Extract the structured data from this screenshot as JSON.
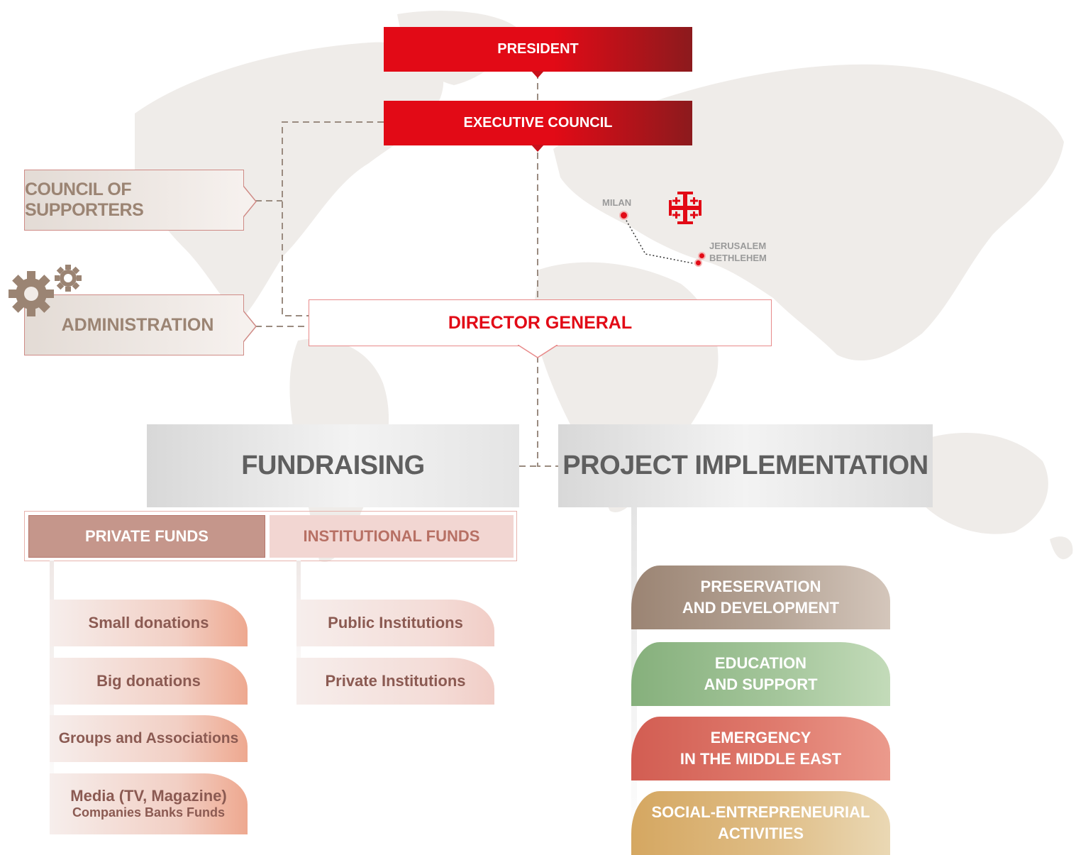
{
  "colors": {
    "red": "#e20a16",
    "dark_red": "#8c1a1d",
    "tan": "#9b8473",
    "green": "#86b07c",
    "coral": "#d96a5e",
    "gold": "#d8ad68",
    "map": "#efece9"
  },
  "icons": [
    "gears-icon",
    "jerusalem-cross-icon",
    "location-pin-icon"
  ],
  "top": {
    "president": "PRESIDENT",
    "executive_council": "EXECUTIVE COUNCIL",
    "director_general": "DIRECTOR GENERAL"
  },
  "side": {
    "council_of_supporters": "COUNCIL OF SUPPORTERS",
    "administration": "ADMINISTRATION"
  },
  "map_labels": {
    "milan": "MILAN",
    "jerusalem": "JERUSALEM",
    "bethlehem": "BETHLEHEM"
  },
  "fundraising": {
    "title": "FUNDRAISING",
    "private_funds": "PRIVATE FUNDS",
    "institutional_funds": "INSTITUTIONAL FUNDS",
    "private_items": [
      {
        "line1": "Small donations",
        "line2": ""
      },
      {
        "line1": "Big donations",
        "line2": ""
      },
      {
        "line1": "Groups and Associations",
        "line2": ""
      },
      {
        "line1": "Media (TV, Magazine)",
        "line2": "Companies Banks Funds"
      }
    ],
    "institutional_items": [
      "Public Institutions",
      "Private Institutions"
    ]
  },
  "projects": {
    "title": "PROJECT IMPLEMENTATION",
    "items": [
      {
        "line1": "PRESERVATION",
        "line2": "AND DEVELOPMENT"
      },
      {
        "line1": "EDUCATION",
        "line2": "AND SUPPORT"
      },
      {
        "line1": "EMERGENCY",
        "line2": "IN THE MIDDLE EAST"
      },
      {
        "line1": "SOCIAL-ENTREPRENEURIAL",
        "line2": "ACTIVITIES"
      }
    ]
  }
}
